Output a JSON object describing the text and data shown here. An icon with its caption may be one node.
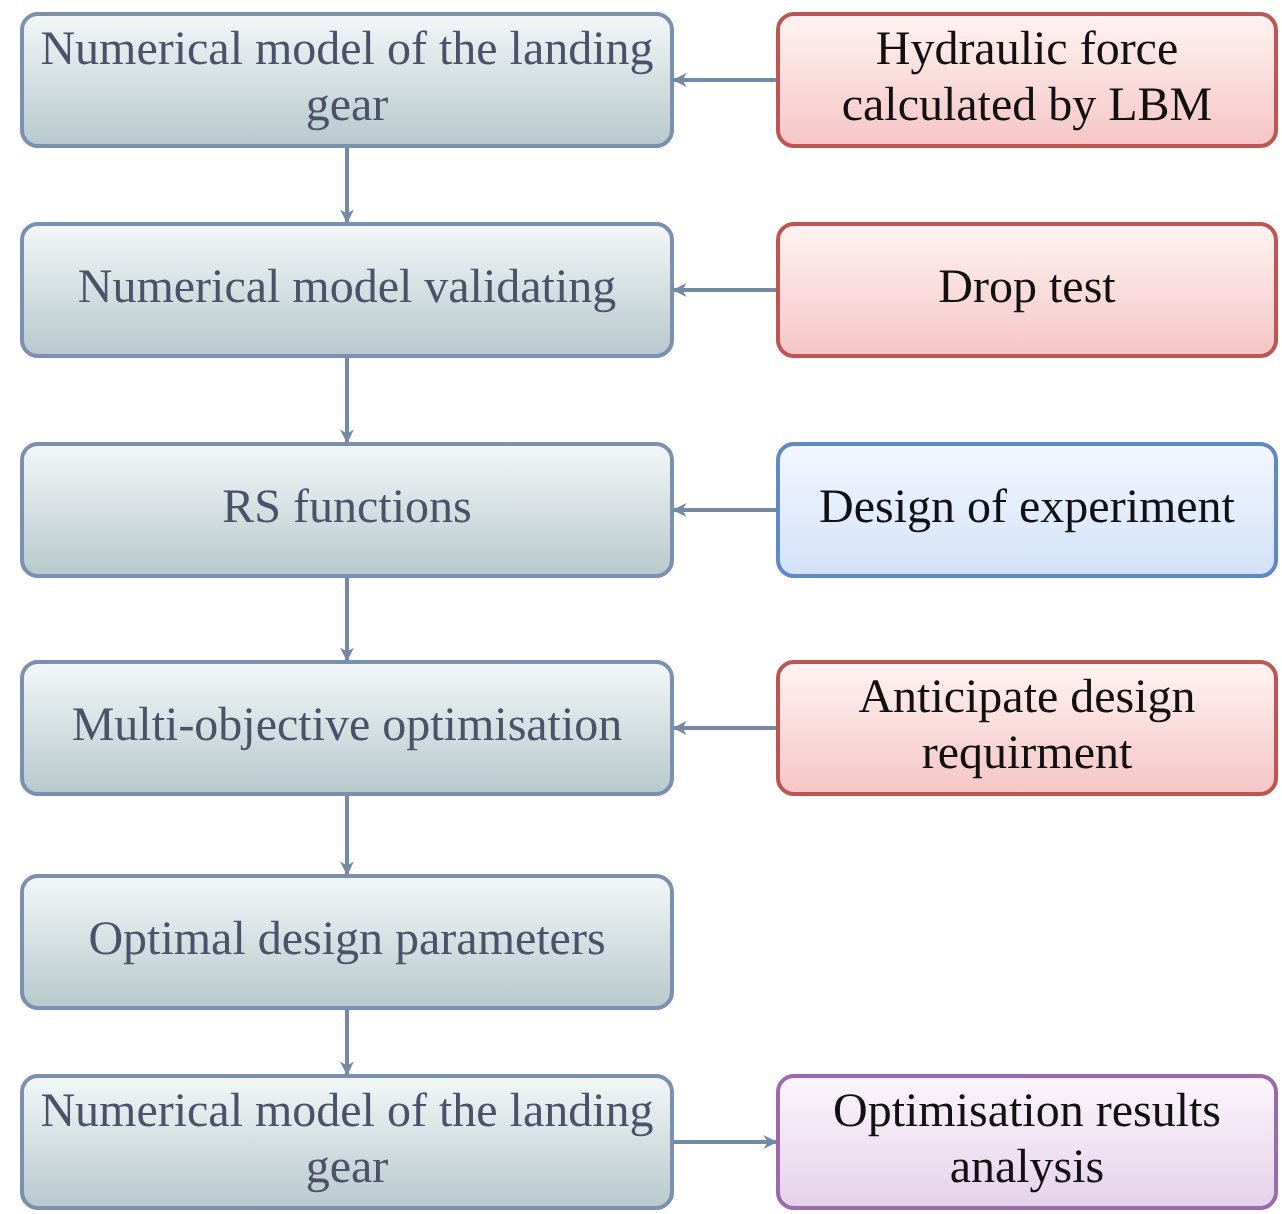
{
  "diagram": {
    "nodes": [
      {
        "text": [
          "Numerical model of the landing gear"
        ]
      },
      {
        "text": [
          "Hydraulic force calculated by LBM"
        ]
      },
      {
        "text": [
          "Numerical model validating"
        ]
      },
      {
        "text": [
          "Drop test"
        ]
      },
      {
        "text": [
          "RS functions"
        ]
      },
      {
        "text": [
          "Design of experiment"
        ]
      },
      {
        "text": [
          "Multi-objective optimisation"
        ]
      },
      {
        "text": [
          "Anticipate design requirment"
        ]
      },
      {
        "text": [
          "Optimal design parameters"
        ]
      },
      {
        "text": [
          "Numerical model of the landing gear"
        ]
      },
      {
        "text": [
          "Optimisation results analysis"
        ]
      }
    ],
    "edges": [
      {
        "from": 1,
        "to": 0,
        "arrow": "to"
      },
      {
        "from": 0,
        "to": 2,
        "arrow": "to"
      },
      {
        "from": 3,
        "to": 2,
        "arrow": "to"
      },
      {
        "from": 2,
        "to": 4,
        "arrow": "to"
      },
      {
        "from": 5,
        "to": 4,
        "arrow": "to"
      },
      {
        "from": 4,
        "to": 6,
        "arrow": "to"
      },
      {
        "from": 7,
        "to": 6,
        "arrow": "to"
      },
      {
        "from": 6,
        "to": 8,
        "arrow": "to"
      },
      {
        "from": 8,
        "to": 9,
        "arrow": "to"
      },
      {
        "from": 9,
        "to": 10,
        "arrow": "to"
      }
    ]
  }
}
